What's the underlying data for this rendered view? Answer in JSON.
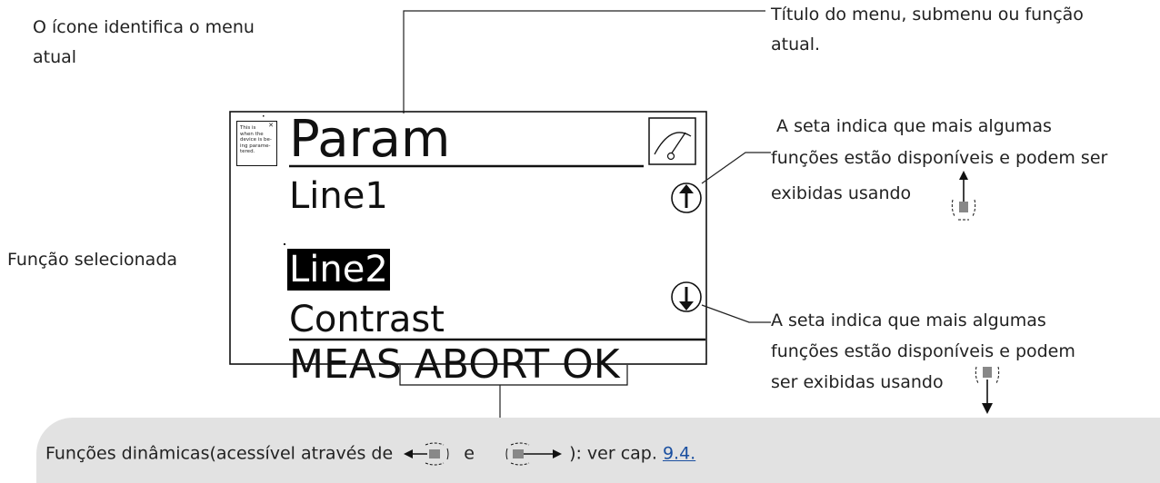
{
  "annotations": {
    "icon_note": [
      "O ícone identifica o menu",
      "atual"
    ],
    "title_note": [
      "Título do menu, submenu ou função",
      "atual."
    ],
    "selected_note": "Função selecionada",
    "arrow_up_note": [
      " A seta indica que mais algumas",
      "funções estão disponíveis e podem ser",
      "exibidas usando"
    ],
    "arrow_down_note": [
      "A seta indica que mais algumas",
      "funções estão disponíveis e podem",
      "ser exibidas usando"
    ]
  },
  "display": {
    "title": "Param",
    "lines": [
      "Line1",
      "Line2",
      "Contrast"
    ],
    "softkeys": "MEAS ABORT OK",
    "doc_icon_text": [
      "This is",
      "when the",
      "device is be-",
      "ing parame-",
      "tered."
    ]
  },
  "footer": {
    "text_before": "Funções dinâmicas(acessível através de",
    "text_middle": "e",
    "text_after": "): ver cap.",
    "link": "9.4."
  },
  "colors": {
    "panel": "#e2e2e2",
    "link": "#1a4fa0",
    "selection": "#000000",
    "pad": "#888888"
  }
}
